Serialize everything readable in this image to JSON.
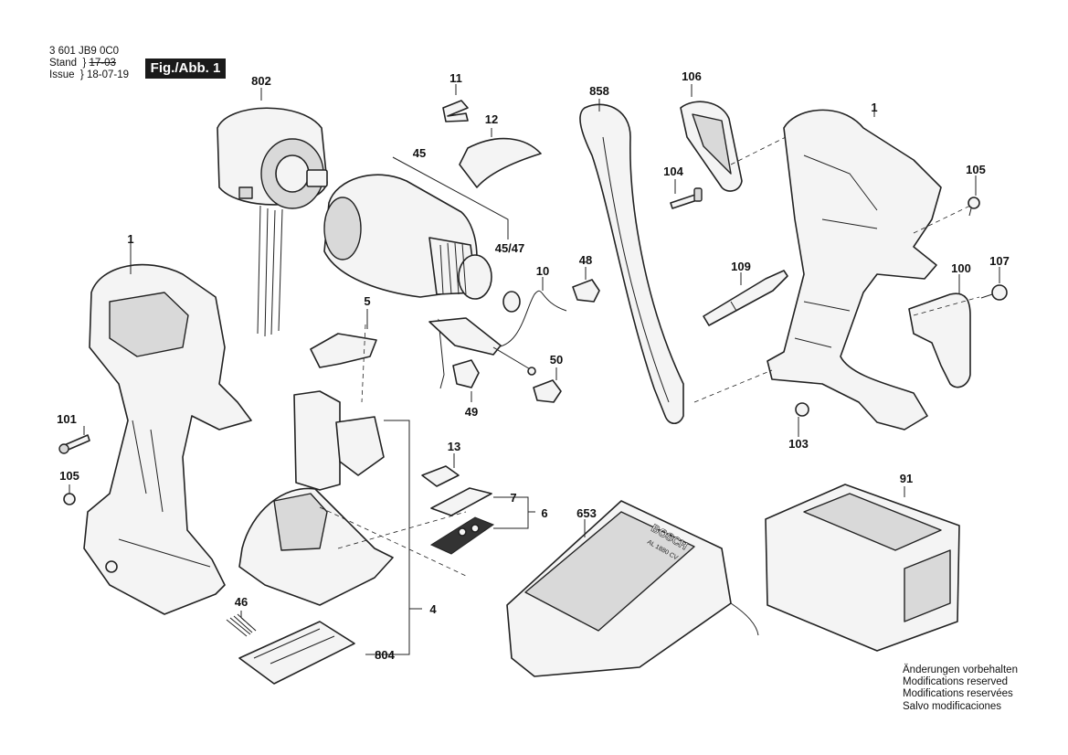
{
  "header": {
    "doc_number": "3 601 JB9 0C0",
    "stand_label": "Stand",
    "issue_label": "Issue",
    "stand_old_date": "17-03",
    "issue_date": "18-07-19",
    "figure_label": "Fig./Abb. 1"
  },
  "parts": {
    "p802": "802",
    "p11": "11",
    "p12": "12",
    "p45": "45",
    "p4547": "45/47",
    "p858": "858",
    "p106": "106",
    "p1_right": "1",
    "p104": "104",
    "p105_right": "105",
    "p1_left": "1",
    "p10": "10",
    "p48": "48",
    "p109": "109",
    "p100": "100",
    "p107": "107",
    "p5": "5",
    "p50": "50",
    "p49": "49",
    "p101": "101",
    "p105_left": "105",
    "p103": "103",
    "p13": "13",
    "p7": "7",
    "p6": "6",
    "p653": "653",
    "p91": "91",
    "p4": "4",
    "p46": "46",
    "p804": "804"
  },
  "product_text": {
    "charger_brand": "BOSCH",
    "charger_model": "AL 1880 CV"
  },
  "footer": {
    "line1": "Änderungen vorbehalten",
    "line2": "Modifications reserved",
    "line3": "Modifications reservées",
    "line4": "Salvo modificaciones"
  }
}
